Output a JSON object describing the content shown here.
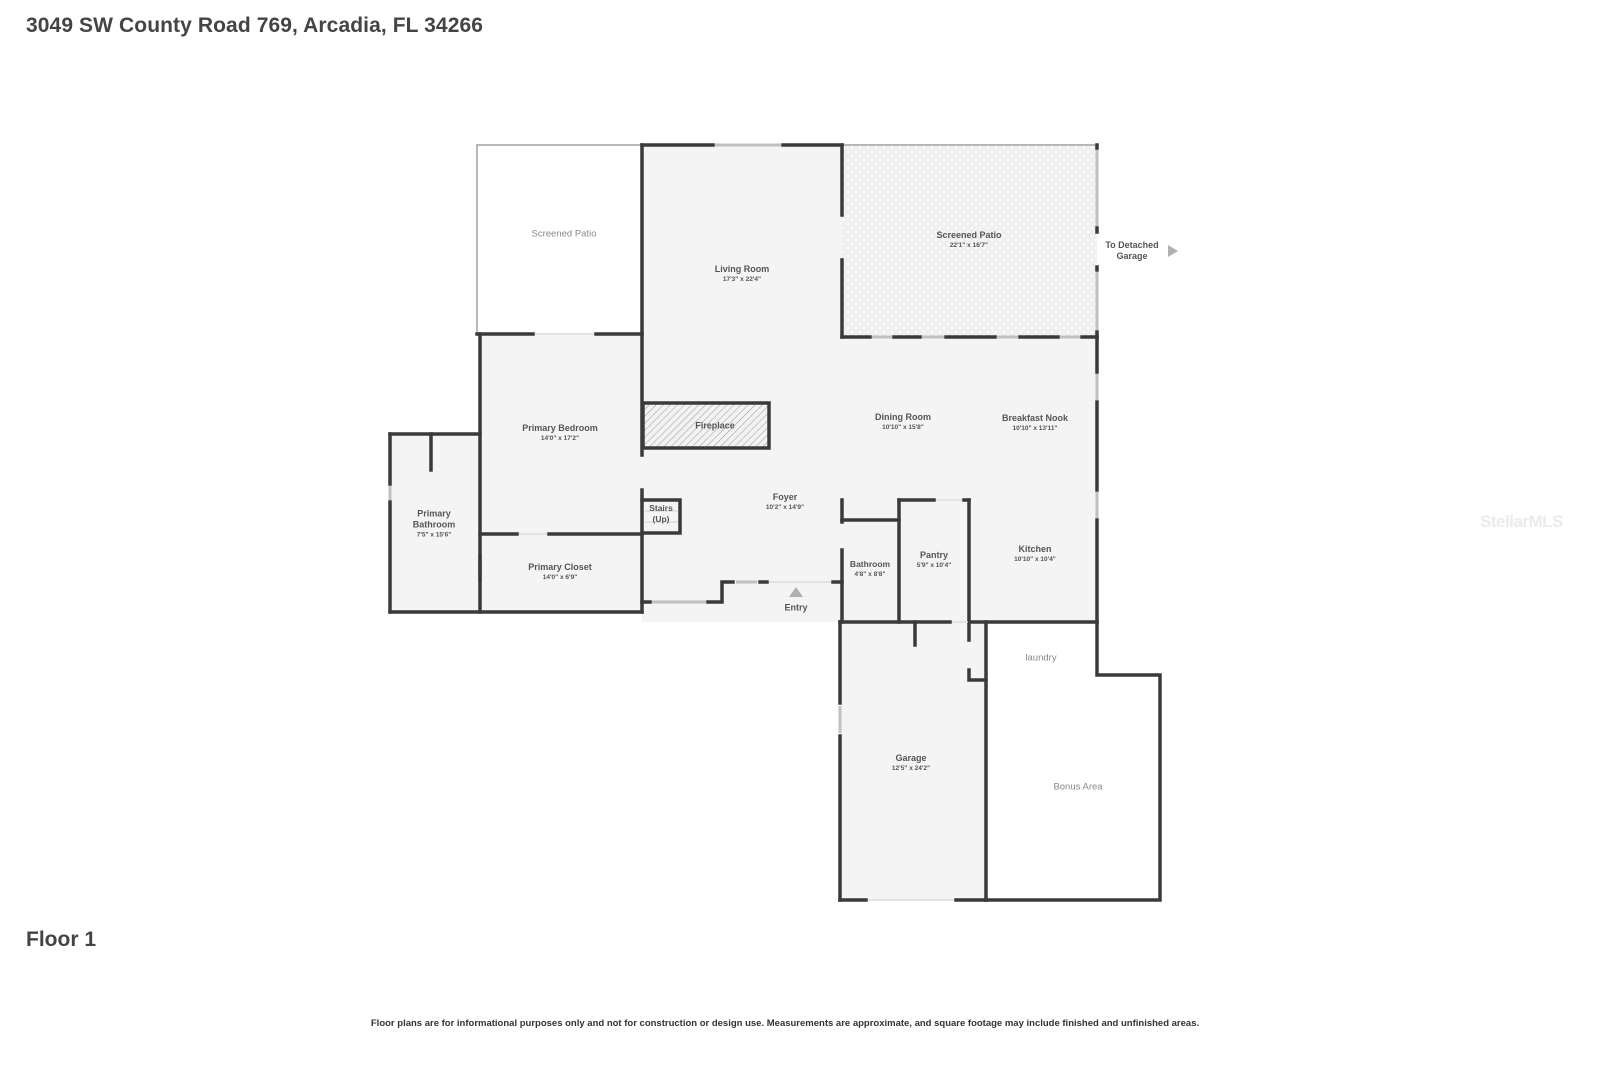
{
  "header": {
    "address": "3049 SW County Road 769, Arcadia, FL 34266"
  },
  "floor": {
    "label": "Floor 1"
  },
  "footer": {
    "disclaimer": "Floor plans are for informational purposes only and not for construction or design use. Measurements are approximate, and square footage may include finished and unfinished areas."
  },
  "watermark": "StellarMLS",
  "rooms": {
    "screened_patio_left": {
      "name": "Screened Patio",
      "dims": ""
    },
    "living_room": {
      "name": "Living Room",
      "dims": "17'3\" x 22'4\""
    },
    "screened_patio_right": {
      "name": "Screened Patio",
      "dims": "22'1\" x 16'7\""
    },
    "primary_bedroom": {
      "name": "Primary Bedroom",
      "dims": "14'0\" x 17'2\""
    },
    "fireplace": {
      "name": "Fireplace",
      "dims": ""
    },
    "dining_room": {
      "name": "Dining Room",
      "dims": "10'10\" x 15'8\""
    },
    "breakfast_nook": {
      "name": "Breakfast Nook",
      "dims": "10'10\" x 13'11\""
    },
    "primary_bathroom": {
      "name": "Primary Bathroom",
      "line1": "Primary",
      "line2": "Bathroom",
      "dims": "7'5\" x 15'6\""
    },
    "stairs": {
      "line1": "Stairs",
      "line2": "(Up)"
    },
    "foyer": {
      "name": "Foyer",
      "dims": "10'2\" x 14'9\""
    },
    "primary_closet": {
      "name": "Primary Closet",
      "dims": "14'0\" x 6'9\""
    },
    "bathroom": {
      "name": "Bathroom",
      "dims": "4'8\" x 8'8\""
    },
    "pantry": {
      "name": "Pantry",
      "dims": "5'9\" x 10'4\""
    },
    "kitchen": {
      "name": "Kitchen",
      "dims": "10'10\" x 10'4\""
    },
    "garage": {
      "name": "Garage",
      "dims": "12'5\" x 24'2\""
    },
    "laundry": {
      "name": "laundry"
    },
    "bonus_area": {
      "name": "Bonus Area"
    }
  },
  "annotations": {
    "entry": "Entry",
    "to_detached_garage_line1": "To Detached",
    "to_detached_garage_line2": "Garage"
  },
  "colors": {
    "wall": "#3a3a3a",
    "floor": "#f4f4f4",
    "window": "#c8c8c8",
    "marker": "#b0b0b0"
  }
}
